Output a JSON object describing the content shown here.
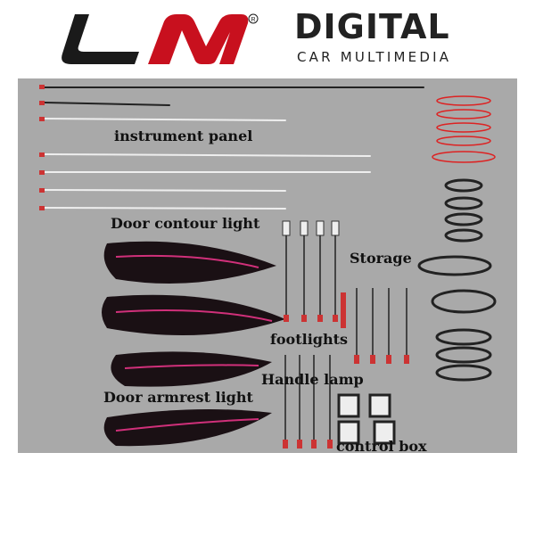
{
  "logo": {
    "text": "LM",
    "registered": "®",
    "brand_color": "#c8101e",
    "dark_color": "#1a1a1a"
  },
  "header": {
    "title": "DIGITAL",
    "subtitle": "CAR MULTIMEDIA"
  },
  "photo": {
    "background": "#a9a9a9",
    "accent": "#d0307a"
  },
  "labels": {
    "instrument_panel": "instrument panel",
    "door_contour": "Door contour light",
    "storage": "Storage",
    "footlights": "footlights",
    "handle_lamp": "Handle lamp",
    "door_armrest": "Door armrest light",
    "control_box": "control box"
  }
}
